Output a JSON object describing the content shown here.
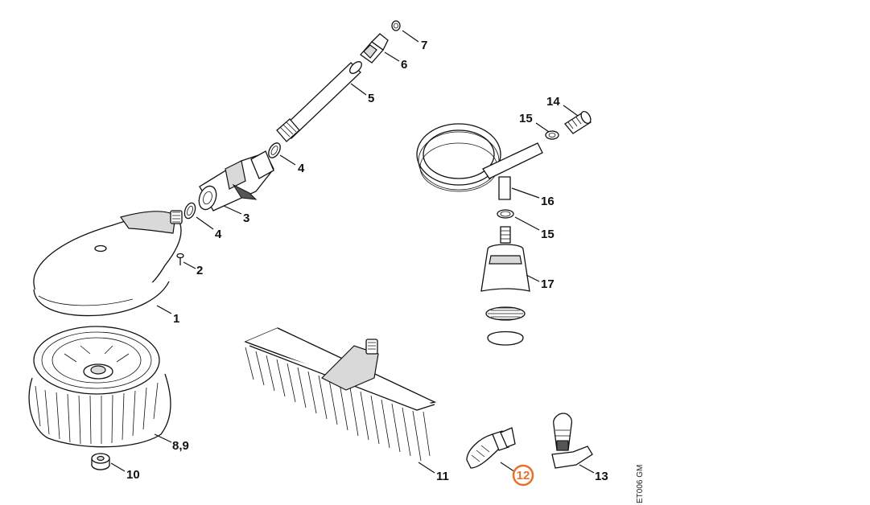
{
  "parts": [
    {
      "id": "p1",
      "label": "1",
      "desc": "rotating brush housing"
    },
    {
      "id": "p2",
      "label": "2"
    },
    {
      "id": "p3",
      "label": "3"
    },
    {
      "id": "p4a",
      "label": "4"
    },
    {
      "id": "p4b",
      "label": "4"
    },
    {
      "id": "p5",
      "label": "5"
    },
    {
      "id": "p6",
      "label": "6"
    },
    {
      "id": "p7",
      "label": "7"
    },
    {
      "id": "p89",
      "label": "8,9"
    },
    {
      "id": "p10",
      "label": "10"
    },
    {
      "id": "p11",
      "label": "11"
    },
    {
      "id": "p12",
      "label": "12",
      "highlighted": true
    },
    {
      "id": "p13",
      "label": "13"
    },
    {
      "id": "p14",
      "label": "14"
    },
    {
      "id": "p15a",
      "label": "15"
    },
    {
      "id": "p15b",
      "label": "15"
    },
    {
      "id": "p16",
      "label": "16"
    },
    {
      "id": "p17",
      "label": "17"
    }
  ],
  "diagram_code": "ET006 GM",
  "colors": {
    "highlight": "#e8702a",
    "line": "#111111",
    "background": "#ffffff"
  }
}
